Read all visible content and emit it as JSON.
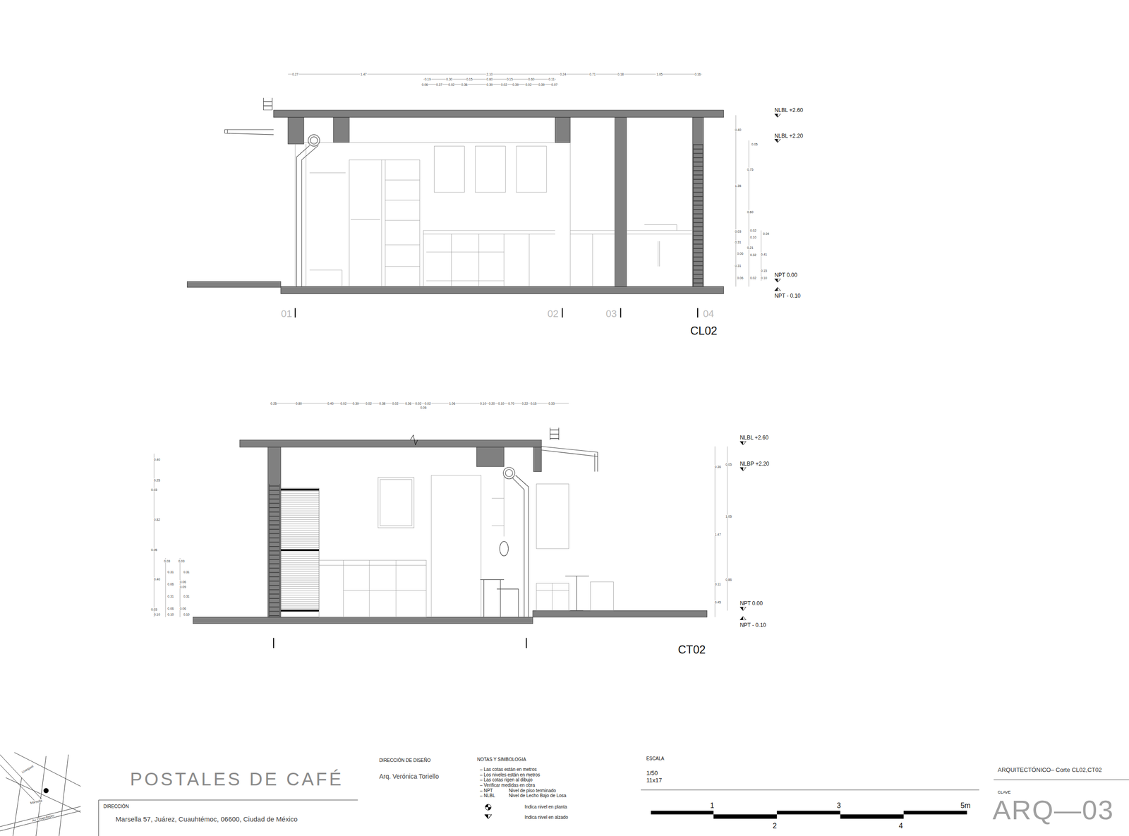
{
  "diagram": {
    "labels": [
      "NLBL +2.60",
      "NLBL +2.20",
      "NPT 0.00",
      "NPT - 0.10",
      "CL02",
      "01",
      "02",
      "03",
      "04",
      "0.27",
      "1.47",
      "2.10",
      "0.24",
      "0.71",
      "0.18",
      "1.05",
      "0.16",
      "0.19",
      "0.30",
      "0.15",
      "0.60",
      "0.15",
      "0.60",
      "0.11",
      "0.06",
      "0.37",
      "0.02",
      "0.36",
      "0.39",
      "0.02",
      "0.39",
      "0.02",
      "0.39",
      "0.07",
      "0.40",
      "0.05",
      "0.75",
      "1.35",
      "0.60",
      "0.03",
      "0.02",
      "0.04",
      "0.10",
      "0.31",
      "0.21",
      "0.06",
      "0.32",
      "0.41",
      "0.31",
      "0.15",
      "0.06",
      "0.02",
      "0.10",
      "NLBL +2.60",
      "NLBP +2.20",
      "NPT 0.00",
      "NPT - 0.10",
      "CT02",
      "0.25",
      "0.80",
      "0.40",
      "0.02",
      "0.39",
      "0.02",
      "0.38",
      "0.02",
      "0.36",
      "0.02",
      "0.02",
      "0.06",
      "1.06",
      "0.10",
      "0.20",
      "0.10",
      "0.70",
      "0.22",
      "0.15",
      "0.33",
      "0.36",
      "0.05",
      "1.05",
      "1.47",
      "0.11",
      "0.86",
      "0.45",
      "0.40",
      "0.25",
      "0.03",
      "0.82",
      "0.05",
      "0.40",
      "0.03",
      "0.10",
      "0.03",
      "0.31",
      "0.06",
      "0.31",
      "0.06",
      "0.10",
      "0.03",
      "0.31",
      "0.06",
      "0.09",
      "0.31",
      "0.06",
      "0.10",
      "POSTALES DE CAFÉ",
      "DIRECCIÓN",
      "Marsella 57, Juárez, Cuauhtémoc, 06600, Ciudad de México",
      "DIRECCIÓN DE DISEÑO",
      "Arq. Verónica Toriello",
      "NOTAS Y SIMBOLOGIA",
      "– Las cotas están en metros",
      "– Los niveles están en metros",
      "– Las cotas rigen al dibujo",
      "– Verificar medidas en obra",
      "– NPT",
      "Nivel de piso terminado",
      "– NLBL",
      "Nivel de Lecho Bajo de Losa",
      "ESCALA",
      "1/50",
      "11x17",
      "1",
      "2",
      "3",
      "4",
      "5m",
      "ARQUITECTÓNICO– Corte CL02,CT02",
      "CLAVE",
      "ARQ—03",
      "Liverpool",
      "Marsella",
      "Av. Chapultepec"
    ],
    "legend": [
      {
        "text": "Indica nivel en planta"
      },
      {
        "text": "Indica nivel en alzado"
      }
    ]
  }
}
